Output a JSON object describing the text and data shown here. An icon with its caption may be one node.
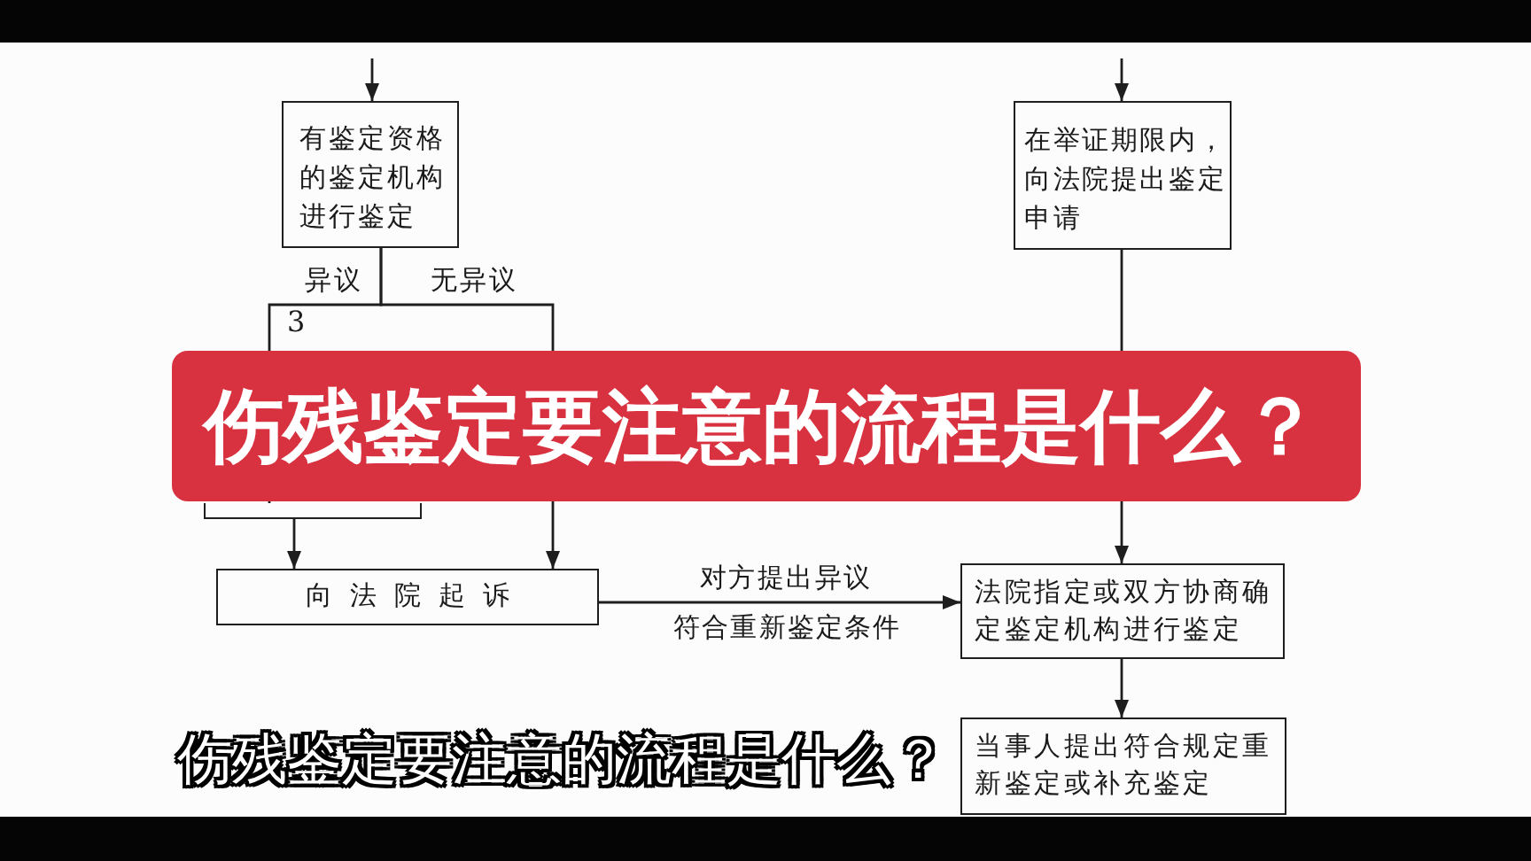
{
  "diagram": {
    "title": "伤残鉴定要注意的流程是什么？",
    "caption": "伤残鉴定要注意的流程是什么？",
    "nodes": [
      {
        "text": [
          "有鉴定资格的鉴定机构进行鉴定"
        ]
      },
      {
        "text": [
          "在举证期限内，向法院提出鉴定申请"
        ]
      },
      {
        "text": [],
        "shape": "box"
      },
      {
        "text": [
          "向法院起诉"
        ]
      },
      {
        "text": [
          "法院指定或双方协商确定鉴定机构进行鉴定"
        ]
      },
      {
        "text": [
          "当事人提出符合规定重新鉴定或补充鉴定"
        ]
      }
    ],
    "edges": [
      {
        "from": null,
        "to": 0,
        "arrow": "to"
      },
      {
        "from": null,
        "to": 1,
        "arrow": "to"
      },
      {
        "from": 0,
        "to": 2,
        "arrow": "none",
        "label": "异议"
      },
      {
        "from": 2,
        "to": 3,
        "arrow": "to"
      },
      {
        "from": 0,
        "to": 3,
        "arrow": "to",
        "label": "无异议"
      },
      {
        "from": 3,
        "to": 4,
        "arrow": "to",
        "label": "对方提出异议"
      },
      {
        "from": 1,
        "to": 4,
        "arrow": "to"
      },
      {
        "from": 4,
        "to": 5,
        "arrow": "to"
      }
    ],
    "labels": [
      "3",
      "符合重新鉴定条件"
    ]
  }
}
